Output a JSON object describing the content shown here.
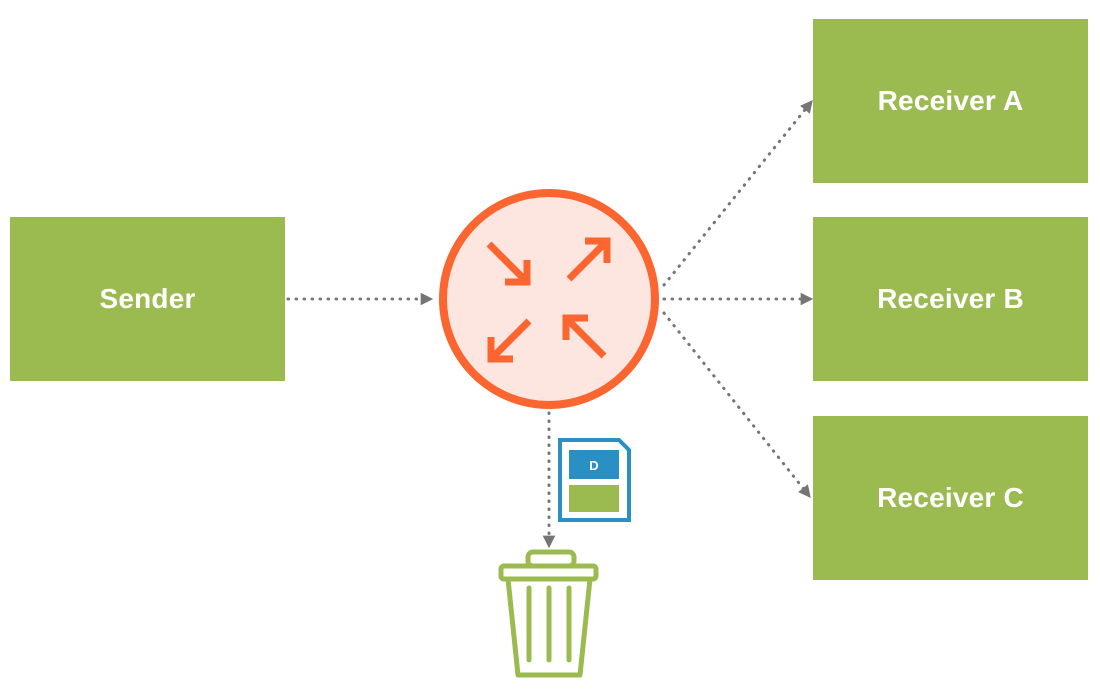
{
  "nodes": {
    "sender": {
      "label": "Sender"
    },
    "receiver_a": {
      "label": "Receiver A"
    },
    "receiver_b": {
      "label": "Receiver B"
    },
    "receiver_c": {
      "label": "Receiver C"
    }
  },
  "message_card": {
    "letter": "D"
  },
  "icons": {
    "router": "router-icon",
    "message": "message-document-icon",
    "discard": "trash-can-icon"
  },
  "colors": {
    "node_green": "#9bbb50",
    "router_stroke": "#fb6530",
    "router_fill": "#fde6e0",
    "arrow_gray": "#757575",
    "card_blue": "#2a8fc2",
    "trash_green": "#9bbb50"
  }
}
